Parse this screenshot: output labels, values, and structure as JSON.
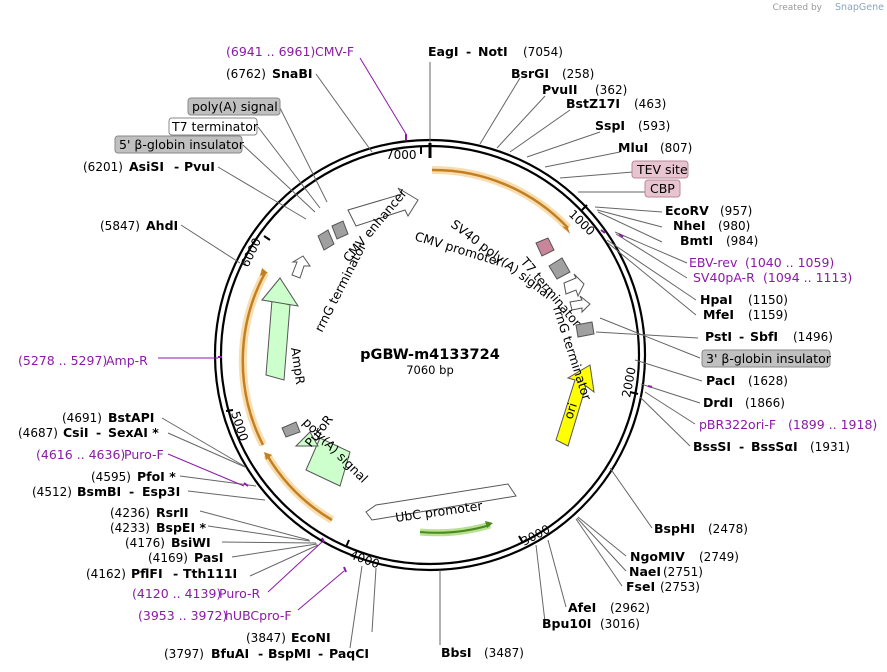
{
  "credit": {
    "created_by": "Created by",
    "brand": "SnapGene"
  },
  "plasmid": {
    "name": "pGBW-m4133724",
    "length": "7060 bp"
  },
  "ticks": [
    "1000",
    "2000",
    "3000",
    "4000",
    "5000",
    "6000",
    "7000"
  ],
  "features": {
    "cmv_enhancer": "CMV enhancer",
    "cmv_promoter": "CMV promoter",
    "sv40_polya": "SV40 poly(A) signal",
    "t7_term": "T7 terminator",
    "rrng_term_right": "rrnG terminator",
    "ori": "ori",
    "ubc_promoter": "UbC promoter",
    "polya_signal": "poly(A) signal",
    "puror": "PuroR",
    "ampr": "AmpR",
    "rrng_term_left": "rrnG terminator"
  },
  "sites": {
    "eagi_noti": {
      "name1": "EagI",
      "name2": "NotI",
      "pos": "(7054)"
    },
    "bsrgi": {
      "name": "BsrGI",
      "pos": "(258)"
    },
    "pvuii": {
      "name": "PvuII",
      "pos": "(362)"
    },
    "bstz17i": {
      "name": "BstZ17I",
      "pos": "(463)"
    },
    "sspi": {
      "name": "SspI",
      "pos": "(593)"
    },
    "mlui": {
      "name": "MluI",
      "pos": "(807)"
    },
    "ecorv": {
      "name": "EcoRV",
      "pos": "(957)"
    },
    "nhei": {
      "name": "NheI",
      "pos": "(980)"
    },
    "bmti": {
      "name": "BmtI",
      "pos": "(984)"
    },
    "hpai": {
      "name": "HpaI",
      "pos": "(1150)"
    },
    "mfei": {
      "name": "MfeI",
      "pos": "(1159)"
    },
    "psti_sbfi": {
      "name1": "PstI",
      "name2": "SbfI",
      "pos": "(1496)"
    },
    "paci": {
      "name": "PacI",
      "pos": "(1628)"
    },
    "drdi": {
      "name": "DrdI",
      "pos": "(1866)"
    },
    "bsssi": {
      "name1": "BssSI",
      "name2": "BssSαI",
      "pos": "(1931)"
    },
    "bsphi": {
      "name": "BspHI",
      "pos": "(2478)"
    },
    "ngomiv": {
      "name": "NgoMIV",
      "pos": "(2749)"
    },
    "naei": {
      "name": "NaeI",
      "pos": "(2751)"
    },
    "fsei": {
      "name": "FseI",
      "pos": "(2753)"
    },
    "afei": {
      "name": "AfeI",
      "pos": "(2962)"
    },
    "bpu10i": {
      "name": "Bpu10I",
      "pos": "(3016)"
    },
    "bbsi": {
      "name": "BbsI",
      "pos": "(3487)"
    },
    "econi": {
      "pos": "(3847)",
      "name": "EcoNI"
    },
    "bfuai": {
      "pos": "(3797)",
      "name1": "BfuAI",
      "name2": "BspMI",
      "name3": "PaqCI"
    },
    "pflfi": {
      "pos": "(4162)",
      "name1": "PflFI",
      "name2": "Tth111I"
    },
    "pasi": {
      "pos": "(4169)",
      "name": "PasI"
    },
    "bsiwi": {
      "pos": "(4176)",
      "name": "BsiWI"
    },
    "bspei": {
      "pos": "(4233)",
      "name": "BspEI *"
    },
    "rsrii": {
      "pos": "(4236)",
      "name": "RsrII"
    },
    "bsmbi": {
      "pos": "(4512)",
      "name1": "BsmBI",
      "name2": "Esp3I"
    },
    "pfoi": {
      "pos": "(4595)",
      "name": "PfoI *"
    },
    "csii": {
      "pos": "(4687)",
      "name1": "CsiI",
      "name2": "SexAI *"
    },
    "bstapi": {
      "pos": "(4691)",
      "name": "BstAPI"
    },
    "ahdi": {
      "pos": "(5847)",
      "name": "AhdI"
    },
    "asisi": {
      "pos": "(6201)",
      "name1": "AsiSI",
      "name2": "PvuI"
    },
    "snabi": {
      "pos": "(6762)",
      "name": "SnaBI"
    }
  },
  "primers": {
    "cmvf": {
      "range": "(6941 .. 6961)",
      "name": "CMV-F"
    },
    "ebvrev": {
      "name": "EBV-rev",
      "range": "(1040 .. 1059)"
    },
    "sv40par": {
      "name": "SV40pA-R",
      "range": "(1094 .. 1113)"
    },
    "pbr322": {
      "name": "pBR322ori-F",
      "range": "(1899 .. 1918)"
    },
    "ampr": {
      "range": "(5278 .. 5297)",
      "name": "Amp-R"
    },
    "purof": {
      "range": "(4616 .. 4636)",
      "name": "Puro-F"
    },
    "puror": {
      "range": "(4120 .. 4139)",
      "name": "Puro-R"
    },
    "hubcpro": {
      "range": "(3953 .. 3972)",
      "name": "hUBCpro-F"
    }
  },
  "boxed": {
    "polya_signal": "poly(A) signal",
    "t7_terminator": "T7 terminator",
    "globin_5": "5' β-globin insulator",
    "tev_site": "TEV site",
    "cbp": "CBP",
    "globin_3": "3' β-globin insulator"
  },
  "colors": {
    "primer": "#8b1aa8",
    "orf_arc": "#e0a030",
    "ori": "#ffff00",
    "resistance": "#ccffcc",
    "terminator": "#a0a0a0",
    "tag": "#e8c4d0",
    "insulator": "#c0c0c0"
  }
}
